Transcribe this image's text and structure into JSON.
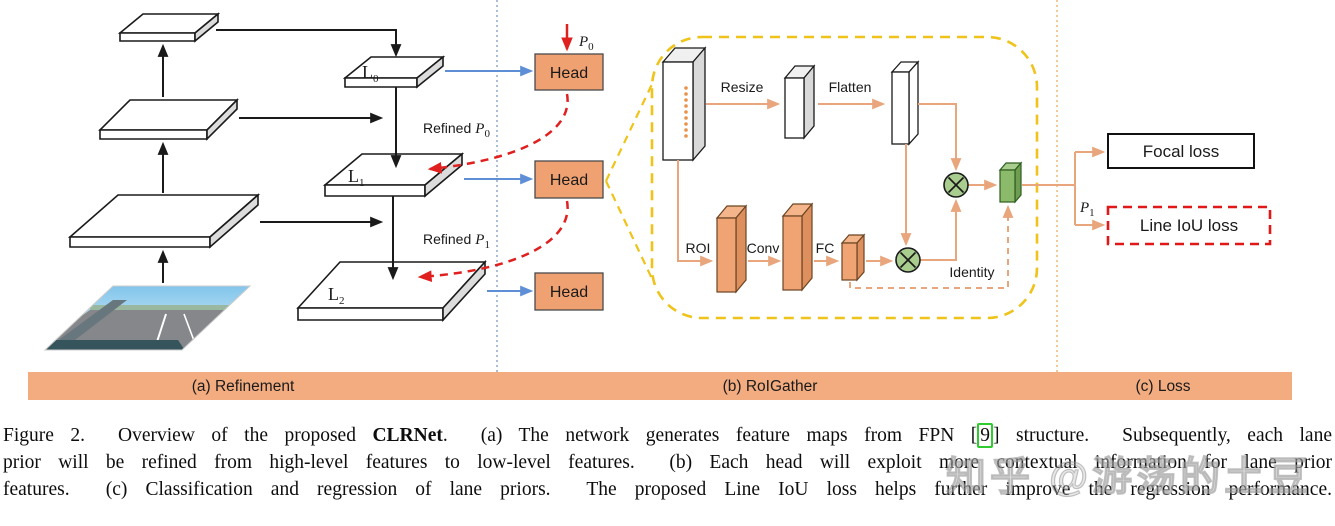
{
  "figure": {
    "refinement": {
      "section_label": "(a) Refinement",
      "levels": [
        {
          "base": "L",
          "sub": "0"
        },
        {
          "base": "L",
          "sub": "1"
        },
        {
          "base": "L",
          "sub": "2"
        }
      ],
      "head_label": "Head",
      "input_prior": {
        "base": "P",
        "sub": "0"
      },
      "refined": [
        {
          "prefix": "Refined",
          "base": "P",
          "sub": "0"
        },
        {
          "prefix": "Refined",
          "base": "P",
          "sub": "1"
        }
      ]
    },
    "roigather": {
      "section_label": "(b) RoIGather",
      "resize_label": "Resize",
      "flatten_label": "Flatten",
      "roi_label": "ROI",
      "conv_label": "Conv",
      "fc_label": "FC",
      "identity_label": "Identity"
    },
    "loss": {
      "section_label": "(c) Loss",
      "output_prior": {
        "base": "P",
        "sub": "1"
      },
      "focal_label": "Focal loss",
      "line_iou_label": "Line IoU loss"
    },
    "colors": {
      "head_fill": "#F0A172",
      "banner_fill": "#F2AC80",
      "arrow_blue": "#5E8FD6",
      "arrow_red": "#E01F1F",
      "arrow_salmon": "#E9A57B",
      "dashed_yellow": "#EFC319",
      "green_node": "#A9CD8E",
      "green_box": "#8CBA6B",
      "line_iou_border": "#E01818",
      "citation_green": "#2ECC2E"
    },
    "icons": {
      "multiply": "⊗"
    }
  },
  "caption": {
    "lines": [
      {
        "segments": [
          {
            "style": "normal",
            "text": "Figure 2.  Overview of the proposed "
          },
          {
            "style": "bold",
            "text": "CLRNet"
          },
          {
            "style": "normal",
            "text": ".  (a) The network generates feature maps from FPN ["
          },
          {
            "style": "cite",
            "text": "9"
          },
          {
            "style": "normal",
            "text": "] structure.  Subsequently, each lane"
          }
        ]
      },
      {
        "segments": [
          {
            "style": "normal",
            "text": "prior will be refined from high-level features to low-level features.  (b) Each head will exploit more contextual information for lane prior"
          }
        ]
      },
      {
        "segments": [
          {
            "style": "normal",
            "text": "features.  (c) Classification and regression of lane priors.  The proposed Line IoU loss helps further improve the regression performance."
          }
        ]
      }
    ]
  },
  "watermark": "知乎 @游荡的土豆"
}
